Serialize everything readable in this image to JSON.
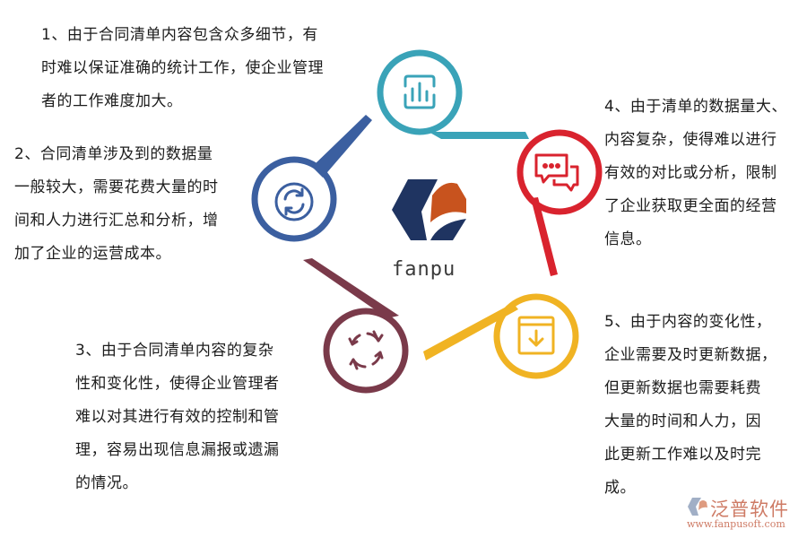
{
  "center": {
    "logo": "fanpu-hexagon-logo",
    "label": "fanpu",
    "colors": {
      "navy": "#1f3461",
      "orange": "#c8531e"
    }
  },
  "nodes": [
    {
      "id": 1,
      "icon": "bar-chart-icon",
      "color": "#3aa3b8",
      "lines": [
        "1、由于合同清单内容包含众多细节，有",
        "时难以保证准确的统计工作，使企业管理",
        "者的工作难度加大。"
      ]
    },
    {
      "id": 2,
      "icon": "refresh-circle-icon",
      "color": "#3b5fa0",
      "lines": [
        "2、合同清单涉及到的数据量",
        "一般较大，需要花费大量的时",
        "间和人力进行汇总和分析，增",
        "加了企业的运营成本。"
      ]
    },
    {
      "id": 3,
      "icon": "cycle-arrows-icon",
      "color": "#7a3a4a",
      "lines": [
        "3、由于合同清单内容的复杂",
        "性和变化性，使得企业管理者",
        "难以对其进行有效的控制和管",
        "理，容易出现信息漏报或遗漏",
        "的情况。"
      ]
    },
    {
      "id": 4,
      "icon": "chat-bubbles-icon",
      "color": "#d9232e",
      "lines": [
        "4、由于清单的数据量大、",
        "内容复杂，使得难以进行",
        "有效的对比或分析，限制",
        "了企业获取更全面的经营",
        "信息。"
      ]
    },
    {
      "id": 5,
      "icon": "download-box-icon",
      "color": "#f0b323",
      "lines": [
        "5、由于内容的变化性，",
        "企业需要及时更新数据，",
        "但更新数据也需要耗费",
        "大量的时间和人力，因",
        "此更新工作难以及时完",
        "成。"
      ]
    }
  ],
  "watermark": {
    "name": "泛普软件",
    "url": "www.fanpusoft.com",
    "color": "#c96d55"
  }
}
